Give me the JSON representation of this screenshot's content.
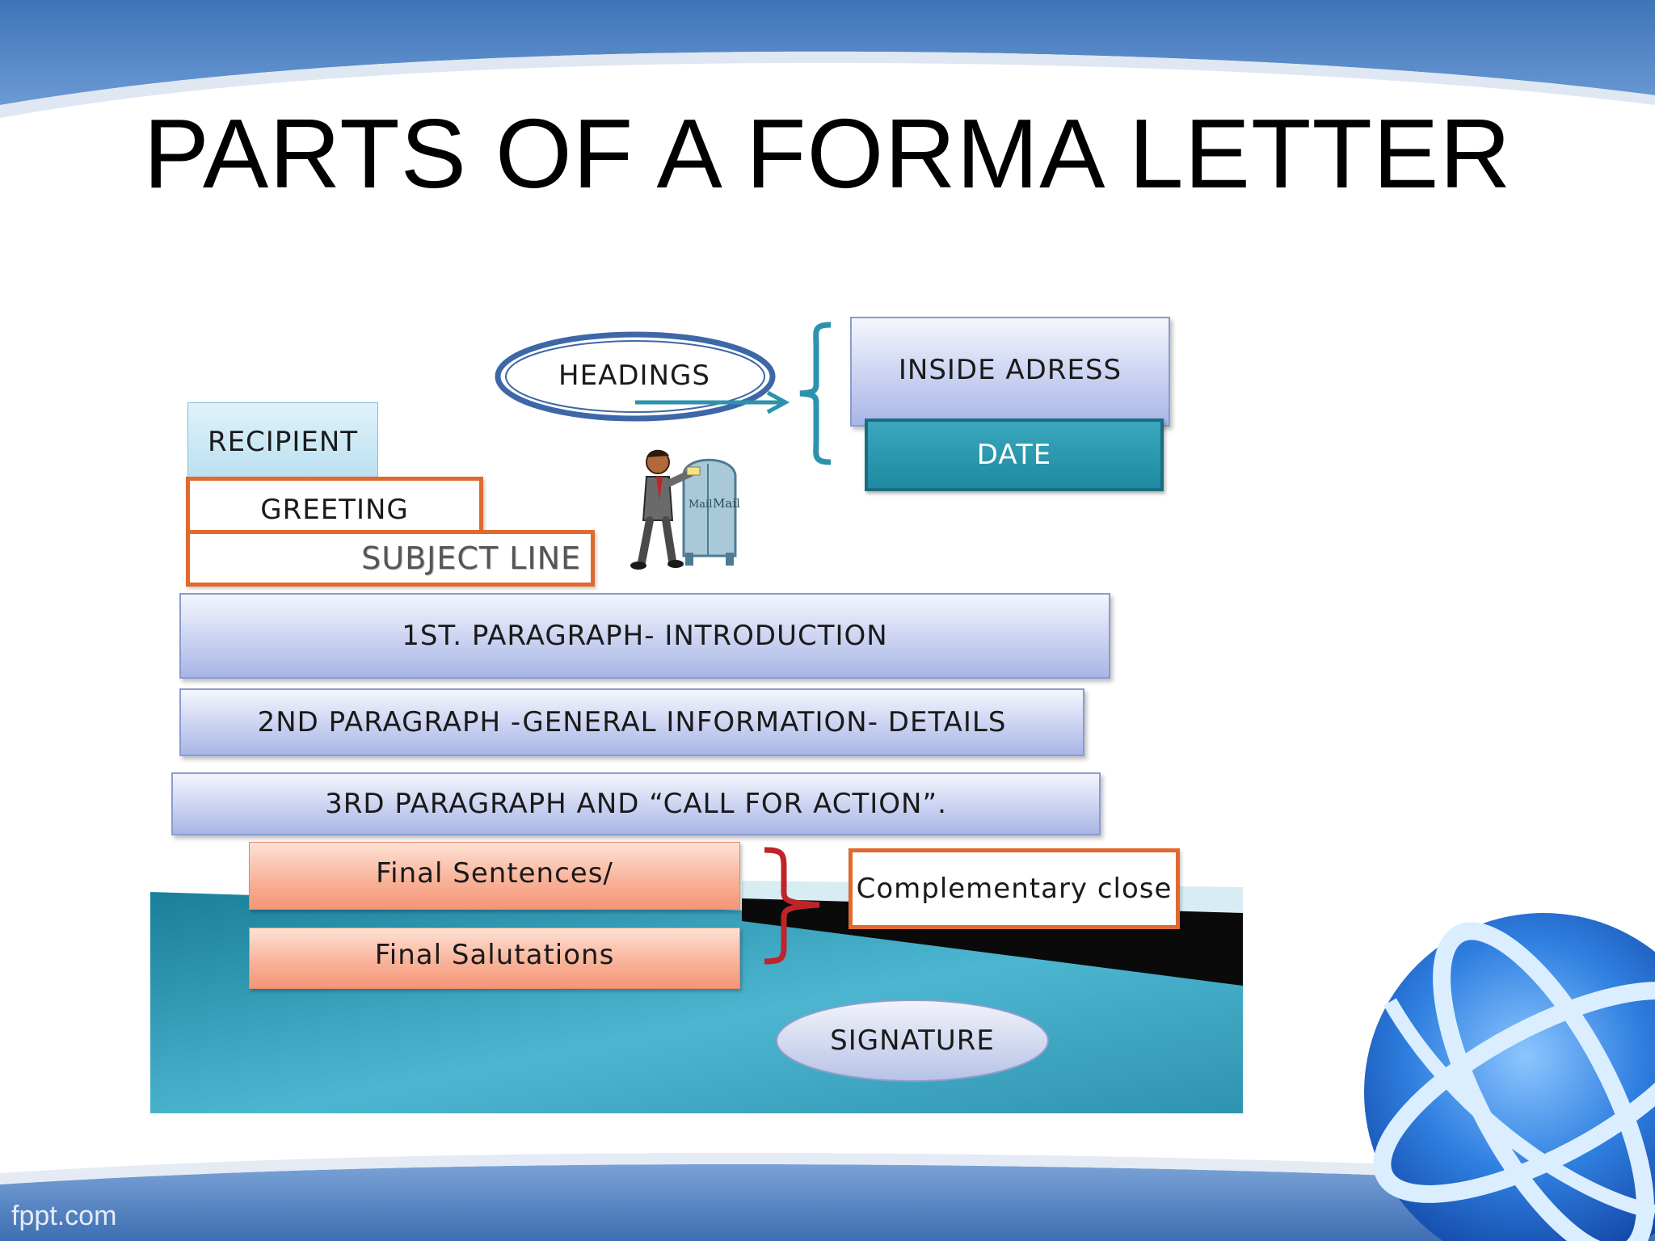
{
  "title": "PARTS OF A FORMA LETTER",
  "headings": "HEADINGS",
  "inside_address": "INSIDE ADRESS",
  "date": "DATE",
  "recipient": "RECIPIENT",
  "greeting": "GREETING",
  "subject_line": "SUBJECT LINE",
  "mailbox_labels": [
    "Mail",
    "Mail"
  ],
  "paragraphs": [
    "1ST. PARAGRAPH- INTRODUCTION",
    "2ND PARAGRAPH -GENERAL INFORMATION- DETAILS",
    "3RD PARAGRAPH AND “CALL FOR ACTION”."
  ],
  "final_sentences": "Final Sentences/",
  "final_salutations": "Final Salutations",
  "complementary_close": "Complementary close",
  "signature": "SIGNATURE",
  "footer_brand": "fppt.com",
  "colors": {
    "header_blue": "#4a7fc3",
    "orange_border": "#e0692e",
    "teal": "#1d8aa0",
    "bracket_teal": "#2d93ad",
    "bracket_red": "#c0242b",
    "salmon": "#f9b49b"
  }
}
